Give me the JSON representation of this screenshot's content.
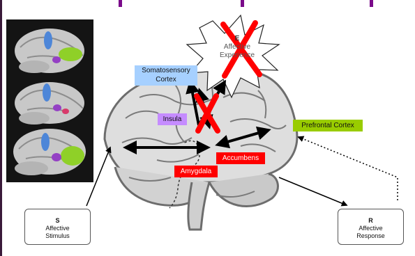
{
  "colors": {
    "title": "#7a0a8a",
    "blue_box": "#a6d0ff",
    "purple_box": "#c58cff",
    "green_box": "#99cc00",
    "red_box": "#ff0000",
    "x_mark": "#ff0000",
    "arrow": "#000000"
  },
  "labels": {
    "somatosensory": "Somatosensory\nCortex",
    "insula": "Insula",
    "prefrontal": "Prefrontal Cortex",
    "accumbens": "Accumbens",
    "amygdala": "Amygdala"
  },
  "experience": {
    "letter": "E",
    "text": "Affective\nExperience"
  },
  "stimulus": {
    "letter": "S",
    "text": "Affective\nStimulus"
  },
  "response": {
    "letter": "R",
    "text": "Affective\nResponse"
  }
}
